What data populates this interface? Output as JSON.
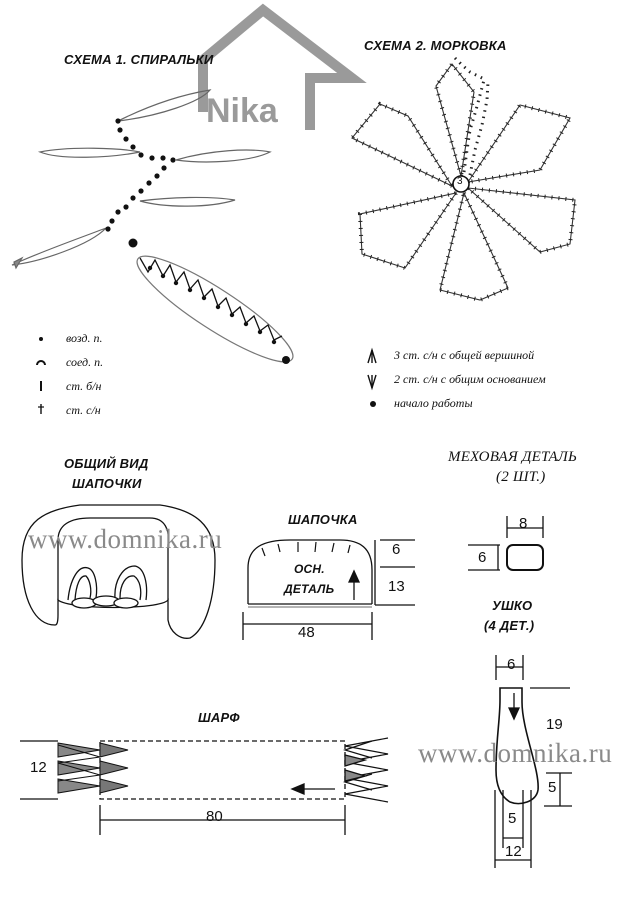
{
  "logo": {
    "text": "Nika"
  },
  "watermark": {
    "text": "www.domnika.ru"
  },
  "scheme1": {
    "title": "СХЕМА 1. СПИРАЛЬКИ",
    "legend": [
      {
        "symbol": "chain-dot",
        "label": "возд. п."
      },
      {
        "symbol": "slip-stitch",
        "label": "соед. п."
      },
      {
        "symbol": "single-crochet",
        "label": "ст. б/н"
      },
      {
        "symbol": "double-crochet",
        "label": "ст. с/н"
      }
    ]
  },
  "scheme2": {
    "title": "СХЕМА 2. МОРКОВКА",
    "center_label": "3",
    "legend": [
      {
        "symbol": "cluster-top",
        "label": "3 ст. с/н с общей вершиной"
      },
      {
        "symbol": "cluster-base",
        "label": "2 ст. с/н с общим основанием"
      },
      {
        "symbol": "start-dot",
        "label": "начало работы"
      }
    ]
  },
  "overview": {
    "title_line1": "ОБЩИЙ ВИД",
    "title_line2": "ШАПОЧКИ"
  },
  "hat": {
    "title": "ШАПОЧКА",
    "part_line1": "ОСН.",
    "part_line2": "ДЕТАЛЬ",
    "dim_top": "6",
    "dim_side": "13",
    "dim_width": "48"
  },
  "fur": {
    "title_line1": "МЕХОВАЯ ДЕТАЛЬ",
    "title_line2": "(2 ШТ.)",
    "dim_top": "8",
    "dim_left": "6"
  },
  "ear": {
    "title_line1": "УШКО",
    "title_line2": "(4 ДЕТ.)",
    "dim_top": "6",
    "dim_length": "19",
    "dim_side": "5",
    "dim_bottom_inner": "5",
    "dim_bottom": "12"
  },
  "scarf": {
    "title": "ШАРФ",
    "dim_height": "12",
    "dim_length": "80"
  }
}
